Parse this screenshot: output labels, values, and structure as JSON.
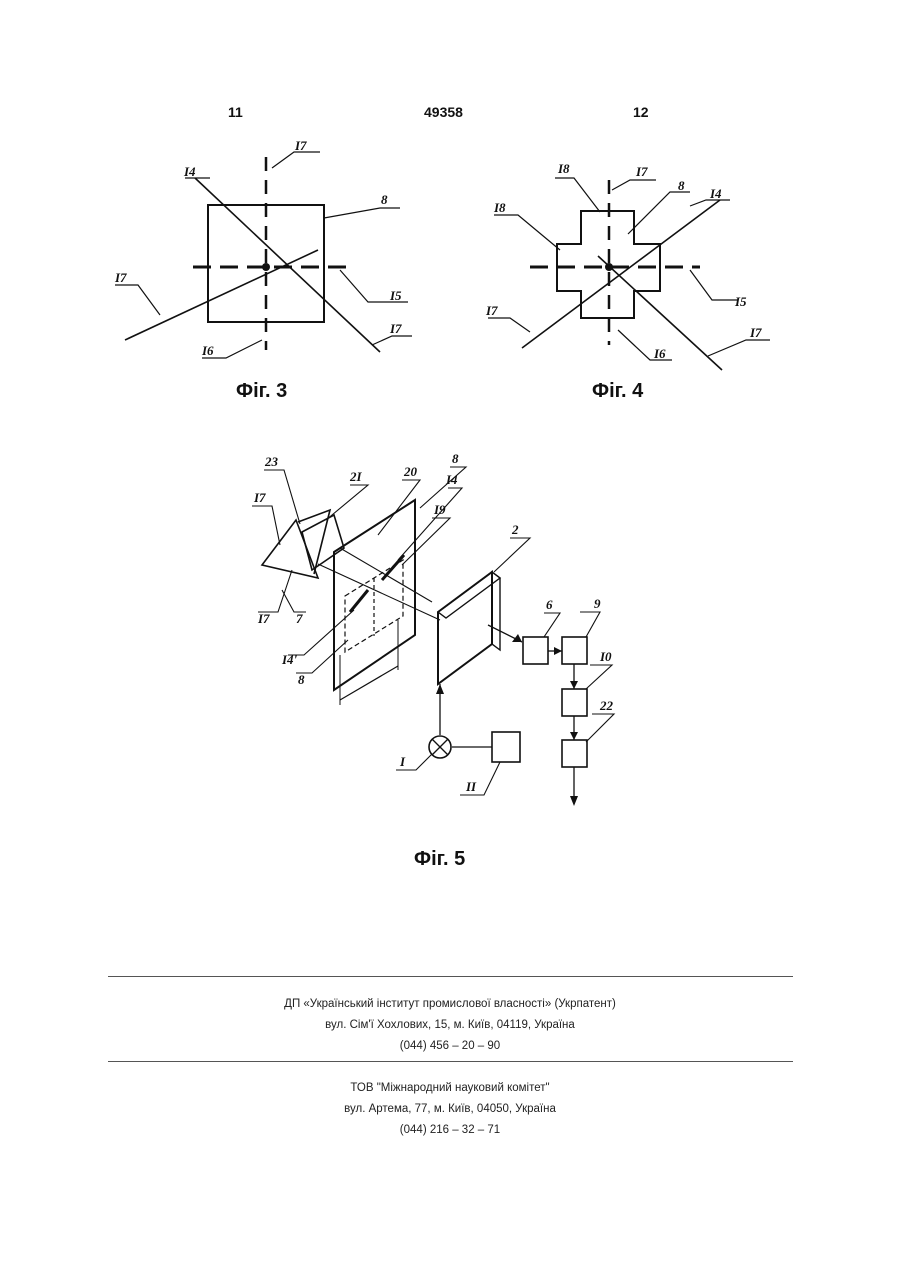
{
  "header": {
    "page_left": "11",
    "patent_no": "49358",
    "page_right": "12"
  },
  "figures": {
    "fig3": {
      "caption": "Фіг. 3",
      "labels": {
        "l14": "I4",
        "l17_top": "I7",
        "l8": "8",
        "l17_left": "I7",
        "l15": "I5",
        "l17_right": "I7",
        "l16": "I6"
      }
    },
    "fig4": {
      "caption": "Фіг. 4",
      "labels": {
        "l18_top": "I8",
        "l17_top": "I7",
        "l8": "8",
        "l14": "I4",
        "l18_left": "I8",
        "l17_left": "I7",
        "l15": "I5",
        "l16": "I6",
        "l17_right": "I7"
      }
    },
    "fig5": {
      "caption": "Фіг. 5",
      "labels": {
        "l23": "23",
        "l21": "2I",
        "l20": "20",
        "l8_top": "8",
        "l14_top": "I4",
        "l19": "I9",
        "l2": "2",
        "l17_a": "I7",
        "l17_b": "I7",
        "l7": "7",
        "l14_bottom": "I4'",
        "l8_bottom": "8",
        "l6": "6",
        "l9": "9",
        "l10": "I0",
        "l22": "22",
        "l1": "I",
        "l11": "II"
      }
    }
  },
  "footer": {
    "org1_name": "ДП «Український інститут промислової власності» (Укрпатент)",
    "org1_address": "вул. Сім'ї Хохлових, 15, м. Київ, 04119, Україна",
    "org1_phone": "(044) 456 – 20 – 90",
    "org2_name": "ТОВ \"Міжнародний науковий комітет\"",
    "org2_address": "вул. Артема, 77, м. Київ, 04050, Україна",
    "org2_phone": "(044) 216 – 32 – 71"
  }
}
